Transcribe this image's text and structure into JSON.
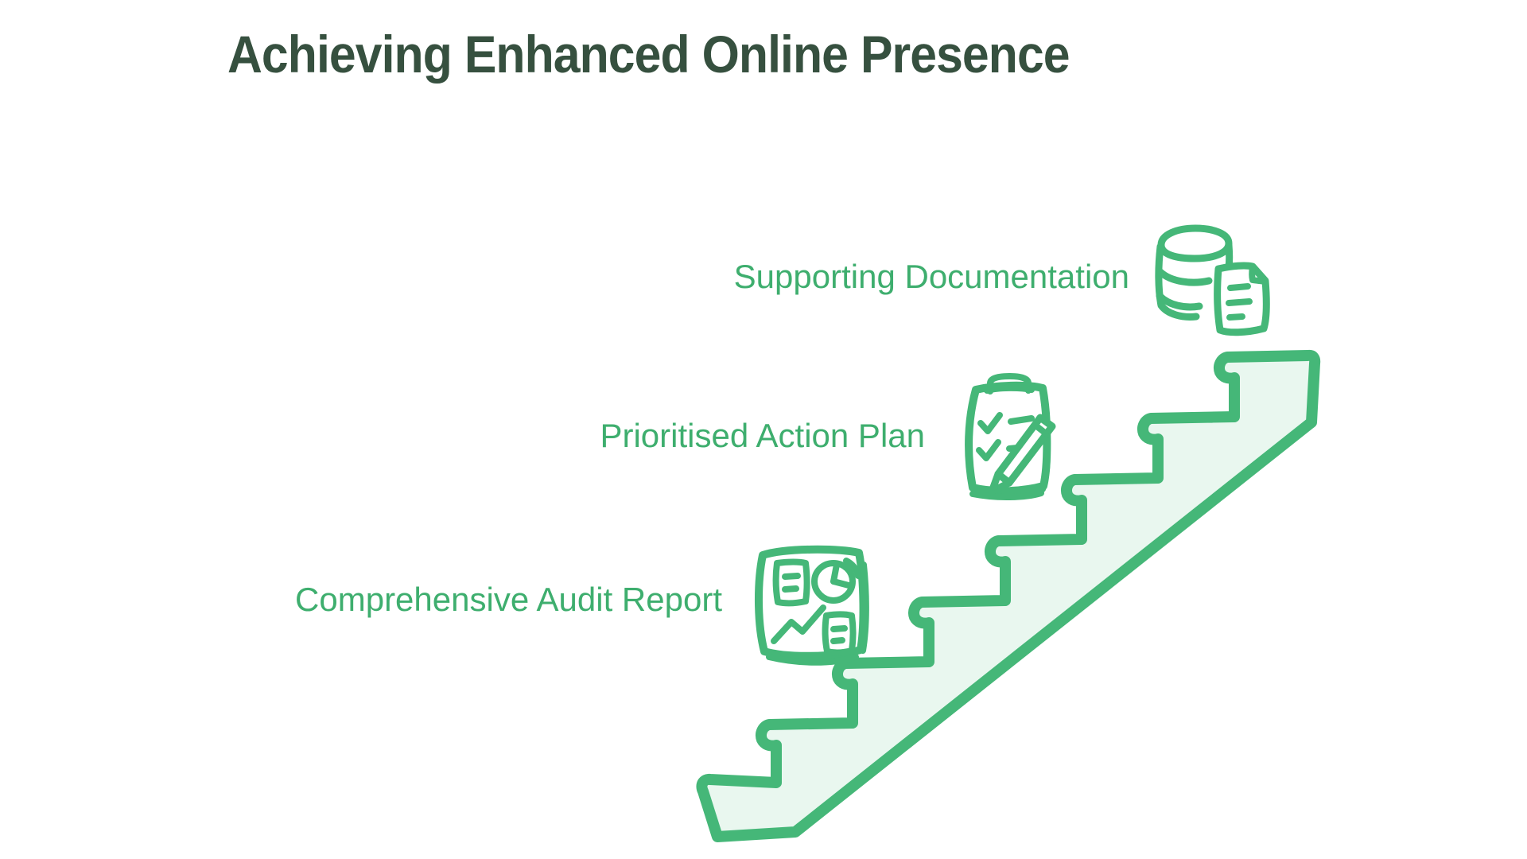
{
  "page": {
    "title": "Achieving Enhanced Online Presence",
    "background": "#ffffff"
  },
  "colors": {
    "page_bg": "#ffffff",
    "title_text": "#36503f",
    "label_text": "#3eae6e",
    "illustration_stroke": "#45b778",
    "stair_fill": "#e9f7ef"
  },
  "diagram": {
    "type": "staircase-progression",
    "direction": "ascending-to-top-right",
    "step_count": 8,
    "items": [
      {
        "label": "Comprehensive Audit Report",
        "icon": "audit-report-dashboard-icon",
        "position": "bottom"
      },
      {
        "label": "Prioritised Action Plan",
        "icon": "clipboard-checklist-pencil-icon",
        "position": "middle"
      },
      {
        "label": "Supporting Documentation",
        "icon": "database-documents-icon",
        "position": "top"
      }
    ]
  }
}
